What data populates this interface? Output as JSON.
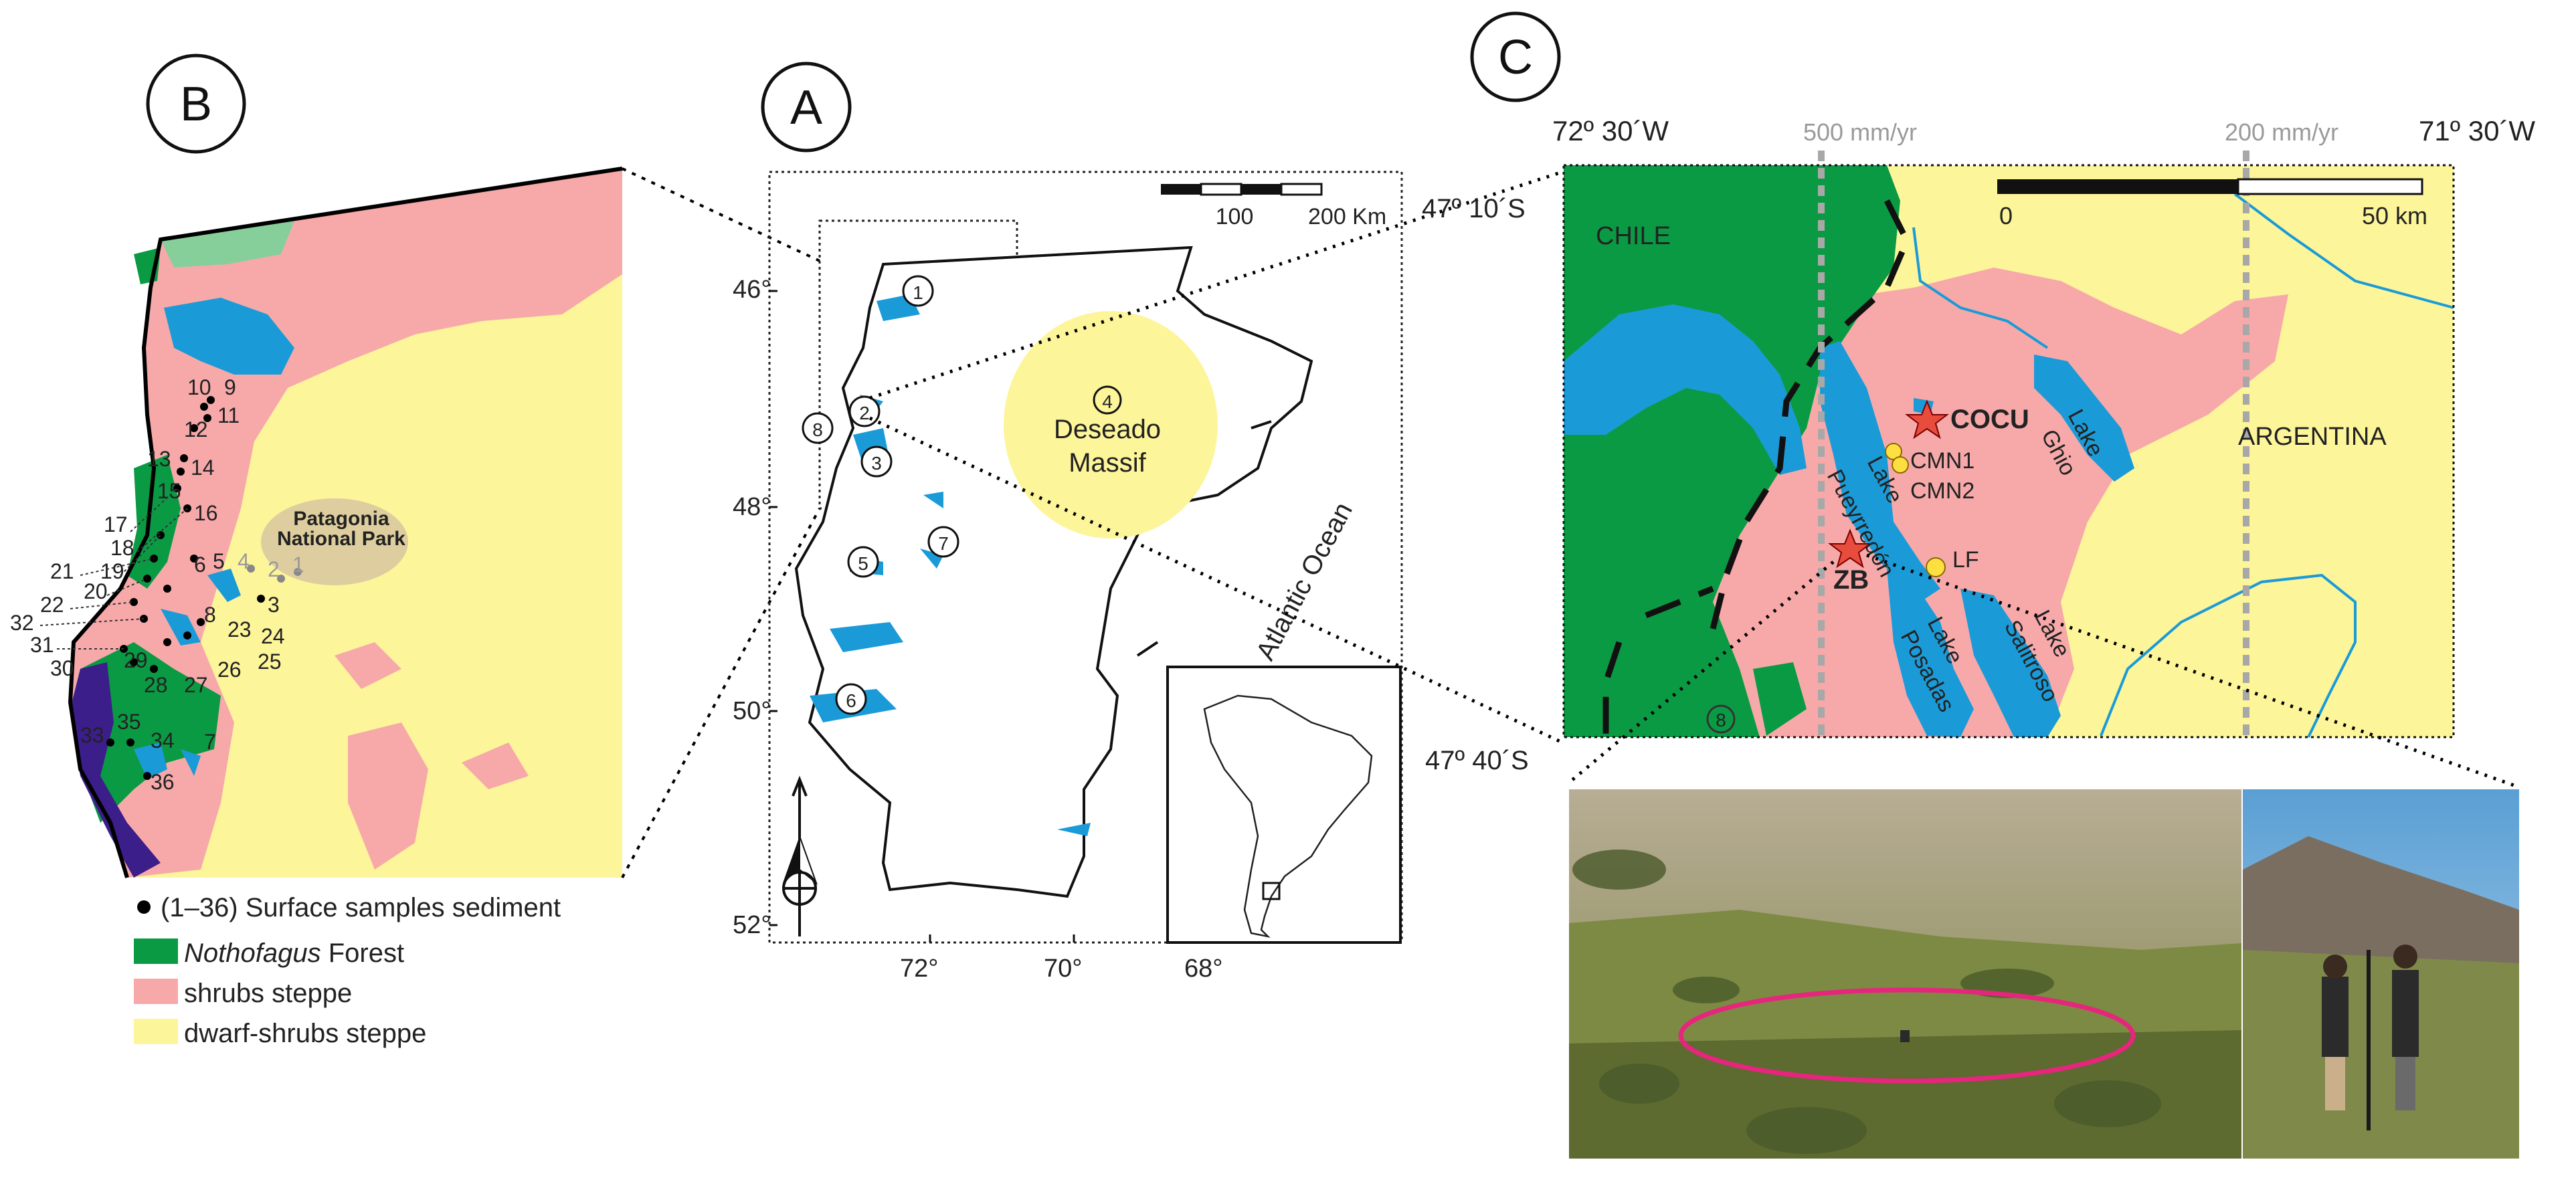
{
  "panels": {
    "a": "A",
    "b": "B",
    "c": "C"
  },
  "legend": {
    "samples": "(1–36) Surface samples sediment",
    "forest_italic": "Nothofagus",
    "forest_rest": " Forest",
    "shrubs": "shrubs steppe",
    "dwarf": "dwarf-shrubs steppe",
    "colors": {
      "forest": "#0b9a44",
      "shrubs": "#f7a9aa",
      "dwarf": "#fdf59a",
      "lake": "#1a9bd8"
    }
  },
  "panel_b": {
    "park_line1": "Patagonia",
    "park_line2": "National Park",
    "samples": [
      "1",
      "2",
      "3",
      "4",
      "5",
      "6",
      "7",
      "8",
      "9",
      "10",
      "11",
      "12",
      "13",
      "14",
      "15",
      "16",
      "17",
      "18",
      "19",
      "20",
      "21",
      "22",
      "23",
      "24",
      "25",
      "26",
      "27",
      "28",
      "29",
      "30",
      "31",
      "32",
      "33",
      "34",
      "35",
      "36"
    ]
  },
  "panel_a": {
    "lat_labels": [
      "46°",
      "48°",
      "50°",
      "52°"
    ],
    "lon_labels": [
      "72°",
      "70°",
      "68°"
    ],
    "scale_labels": [
      "100",
      "200 Km"
    ],
    "sites": [
      "1",
      "2",
      "3",
      "4",
      "5",
      "6",
      "7",
      "8"
    ],
    "massif_line1": "Deseado",
    "massif_line2": "Massif",
    "ocean": "Atlantic Ocean"
  },
  "panel_c": {
    "corner_lat_top": "47º 10´S",
    "corner_lat_bottom": "47º 40´S",
    "corner_lon_left": "72º 30´W",
    "corner_lon_right": "71º 30´W",
    "isohyet_500": "500 mm/yr",
    "isohyet_200": "200 mm/yr",
    "scale_0": "0",
    "scale_50": "50 km",
    "chile": "CHILE",
    "argentina": "ARGENTINA",
    "cocu": "COCU",
    "cmn1": "CMN1",
    "cmn2": "CMN2",
    "zb": "ZB",
    "lf": "LF",
    "lake_ghio_1": "Lake",
    "lake_ghio_2": "Ghio",
    "lake_pueyrredon_1": "Lake",
    "lake_pueyrredon_2": "Pueyrredón",
    "lake_posadas_1": "Lake",
    "lake_posadas_2": "Posadas",
    "lake_salitroso_1": "Lake",
    "lake_salitroso_2": "Salitroso",
    "site8": "8"
  }
}
